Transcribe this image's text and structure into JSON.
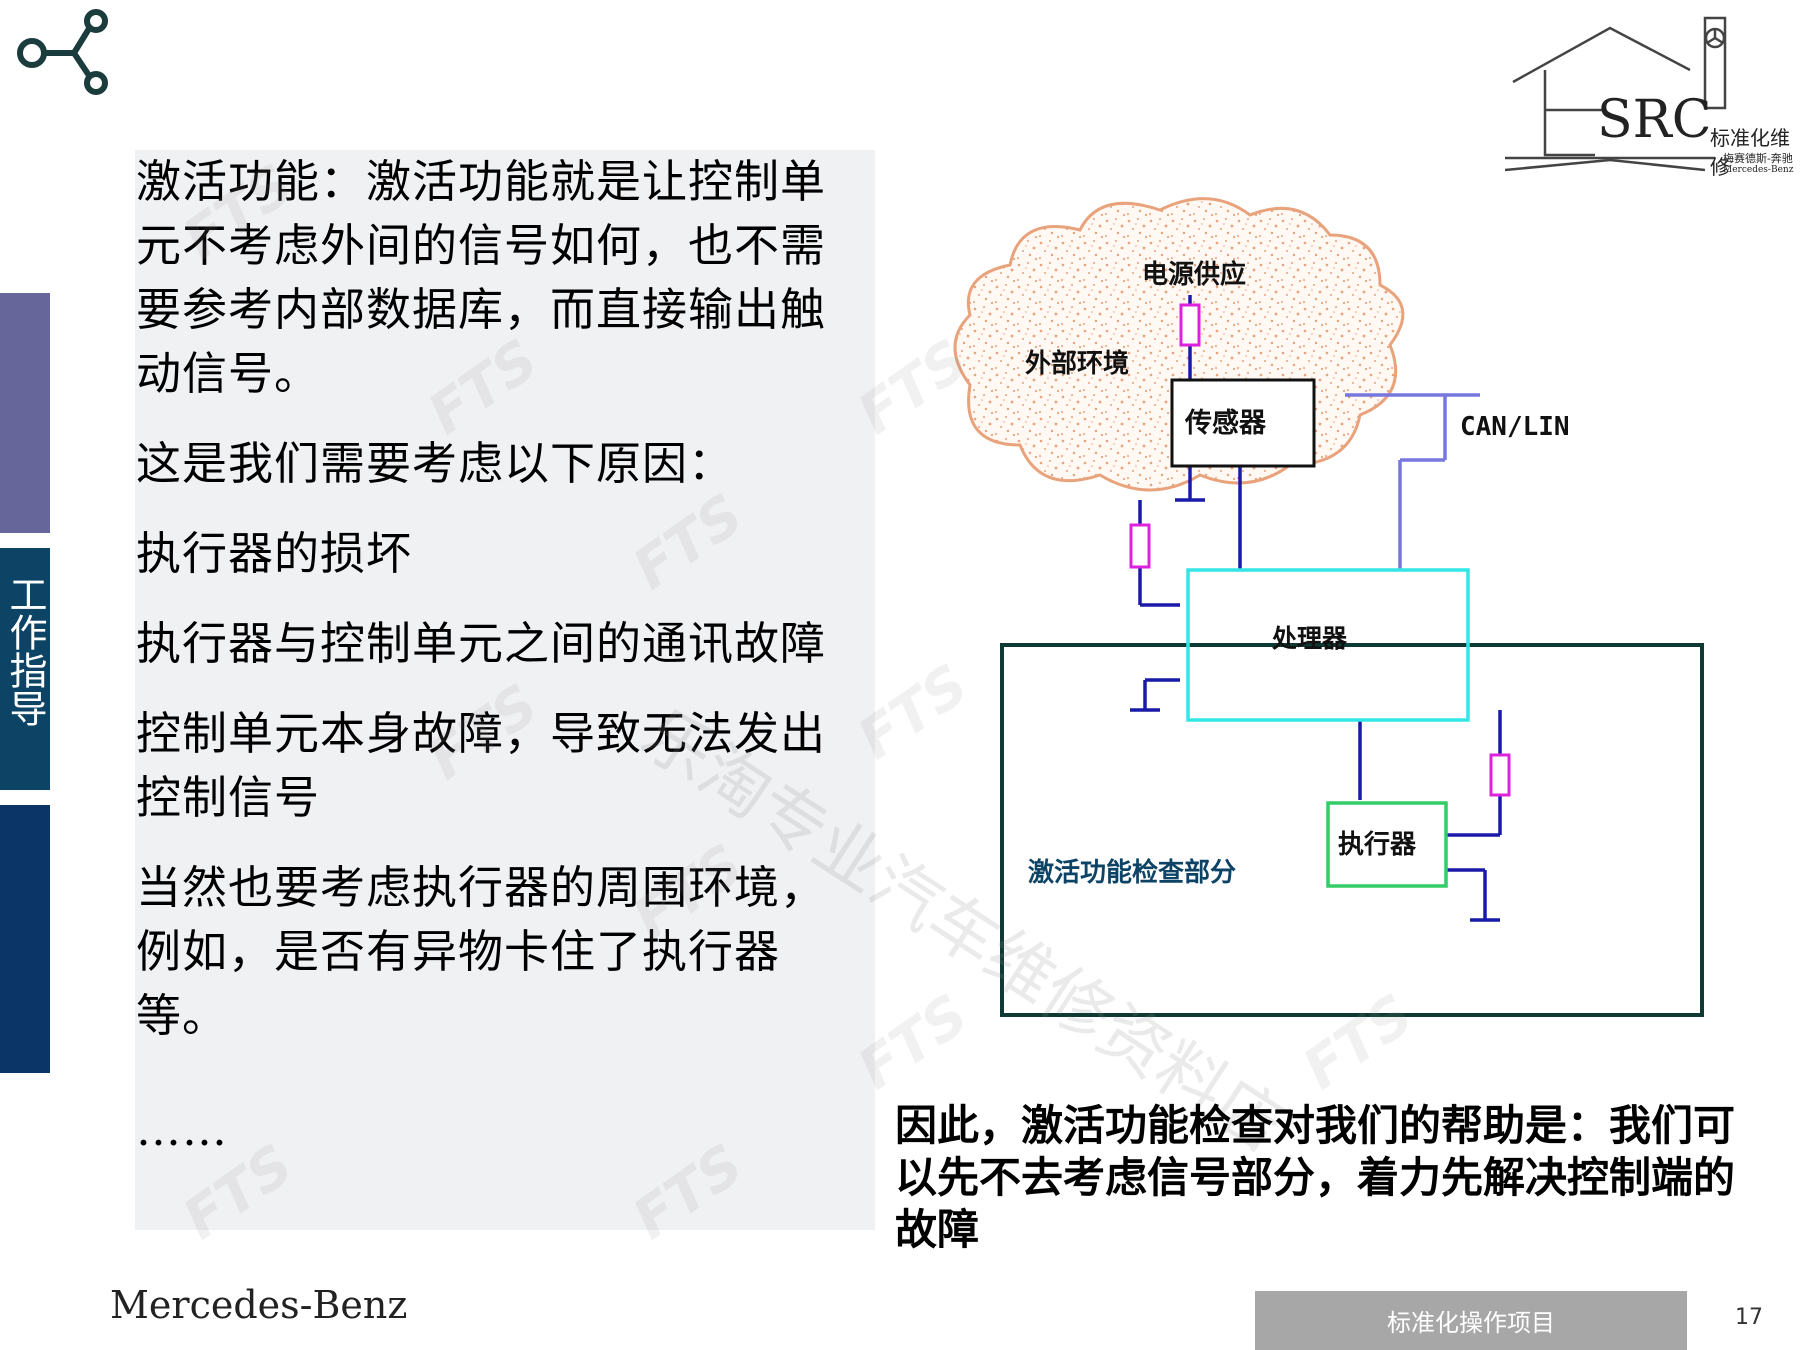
{
  "sidebar": {
    "label": "工作指导"
  },
  "body": {
    "paragraphs": [
      "激活功能：激活功能就是让控制单元不考虑外间的信号如何，也不需要参考内部数据库，而直接输出触动信号。",
      "这是我们需要考虑以下原因：",
      "执行器的损坏",
      "执行器与控制单元之间的通讯故障",
      "控制单元本身故障，导致无法发出控制信号",
      "当然也要考虑执行器的周围环境，例如，是否有异物卡住了执行器等。",
      "……"
    ]
  },
  "diagram": {
    "power_supply": "电源供应",
    "external_env": "外部环境",
    "sensor": "传感器",
    "bus": "CAN/LIN",
    "processor": "处理器",
    "actuator": "执行器",
    "check_section": "激活功能检查部分"
  },
  "conclusion": "因此，激活功能检查对我们的帮助是：我们可以先不去考虑信号部分，着力先解决控制端的故障",
  "logo": {
    "src": "SRC",
    "cn": "标准化维修",
    "sub_cn": "梅赛德斯-奔驰",
    "sub_en": "Mercedes-Benz"
  },
  "footer": {
    "brand": "Mercedes-Benz",
    "project": "标准化操作项目",
    "page": "17"
  },
  "watermarks": {
    "fts": "FTS",
    "shop": "乐淘专业汽车维修资料店"
  },
  "colors": {
    "sidebar_top": "#66669a",
    "sidebar_mid": "#0d4466",
    "sidebar_bottom": "#0b3566",
    "panel": "#f0f1f3",
    "processor_border": "#33e6e6",
    "actuator_border": "#33cc66",
    "check_border": "#0e3a33",
    "cloud": "#e8a37c",
    "wire": "#1a1aa8",
    "bus_wire": "#7777dd",
    "resistor": "#dd22dd",
    "footer_bar": "#a7a7a7"
  }
}
